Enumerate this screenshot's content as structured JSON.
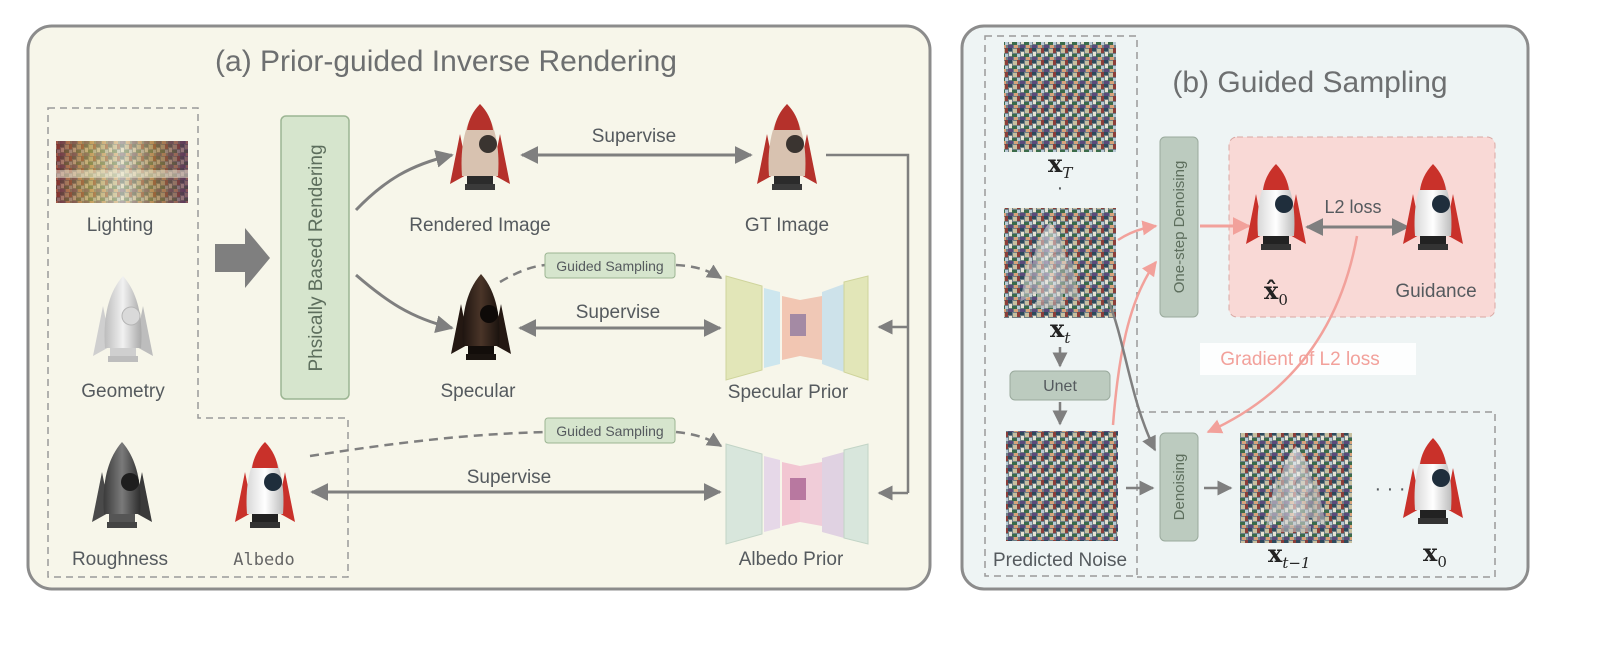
{
  "panel_a": {
    "title": "(a) Prior-guided Inverse Rendering",
    "inputs": {
      "lighting": "Lighting",
      "geometry": "Geometry",
      "roughness": "Roughness",
      "albedo": "Albedo"
    },
    "pbr_block": "Phsically Based Rendering",
    "outputs": {
      "rendered": "Rendered Image",
      "gt": "GT Image",
      "specular": "Specular",
      "specular_prior": "Specular Prior",
      "albedo_prior": "Albedo Prior"
    },
    "edges": {
      "supervise": "Supervise",
      "guided_sampling": "Guided Sampling"
    }
  },
  "panel_b": {
    "title": "(b) Guided Sampling",
    "one_step": "One-step Denoising",
    "l2_loss": "L2 loss",
    "guidance": "Guidance",
    "gradient": "Gradient of L2 loss",
    "unet": "Unet",
    "denoising": "Denoising",
    "predicted_noise": "Predicted Noise",
    "dots": "· · ·",
    "vdots": "·",
    "math": {
      "xT_base": "x",
      "xT_sub": "T",
      "xt_base": "x",
      "xt_sub": "t",
      "xhat0_base": "x̂",
      "xhat0_sub": "0",
      "xtm1_base": "x",
      "xtm1_sub": "t−1",
      "x0_base": "x",
      "x0_sub": "0"
    }
  },
  "colors": {
    "panel_a_bg": "#f7f6ea",
    "panel_b_bg": "#eef4f4",
    "block_green": "#d6e5cd",
    "guidance_pink": "#f9d9d6",
    "arrow_gray": "#7f7f7f",
    "gradient_pink": "#f2a19b"
  }
}
